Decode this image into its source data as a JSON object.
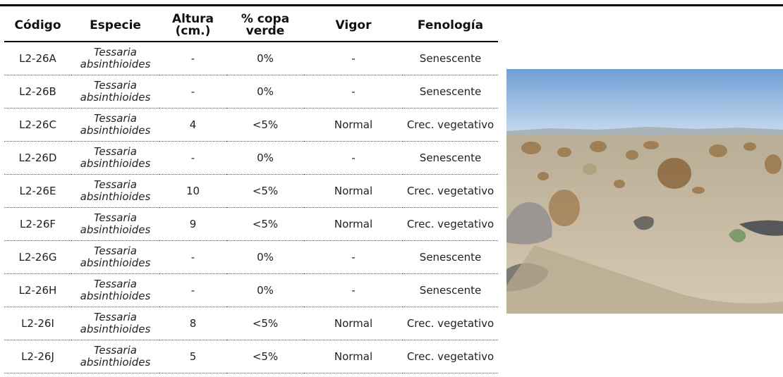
{
  "table": {
    "headers": {
      "codigo": "Código",
      "especie": "Especie",
      "altura": "Altura (cm.)",
      "copa": "% copa verde",
      "vigor": "Vigor",
      "fenologia": "Fenología"
    },
    "rows": [
      {
        "codigo": "L2-26A",
        "especie": "Tessaria absinthioides",
        "altura": "-",
        "copa": "0%",
        "vigor": "-",
        "fenologia": "Senescente"
      },
      {
        "codigo": "L2-26B",
        "especie": "Tessaria absinthioides",
        "altura": "-",
        "copa": "0%",
        "vigor": "-",
        "fenologia": "Senescente"
      },
      {
        "codigo": "L2-26C",
        "especie": "Tessaria absinthioides",
        "altura": "4",
        "copa": "<5%",
        "vigor": "Normal",
        "fenologia": "Crec. vegetativo"
      },
      {
        "codigo": "L2-26D",
        "especie": "Tessaria absinthioides",
        "altura": "-",
        "copa": "0%",
        "vigor": "-",
        "fenologia": "Senescente"
      },
      {
        "codigo": "L2-26E",
        "especie": "Tessaria absinthioides",
        "altura": "10",
        "copa": "<5%",
        "vigor": "Normal",
        "fenologia": "Crec. vegetativo"
      },
      {
        "codigo": "L2-26F",
        "especie": "Tessaria absinthioides",
        "altura": "9",
        "copa": "<5%",
        "vigor": "Normal",
        "fenologia": "Crec. vegetativo"
      },
      {
        "codigo": "L2-26G",
        "especie": "Tessaria absinthioides",
        "altura": "-",
        "copa": "0%",
        "vigor": "-",
        "fenologia": "Senescente"
      },
      {
        "codigo": "L2-26H",
        "especie": "Tessaria absinthioides",
        "altura": "-",
        "copa": "0%",
        "vigor": "-",
        "fenologia": "Senescente"
      },
      {
        "codigo": "L2-26I",
        "especie": "Tessaria absinthioides",
        "altura": "8",
        "copa": "<5%",
        "vigor": "Normal",
        "fenologia": "Crec. vegetativo"
      },
      {
        "codigo": "L2-26J",
        "especie": "Tessaria absinthioides",
        "altura": "5",
        "copa": "<5%",
        "vigor": "Normal",
        "fenologia": "Crec. vegetativo"
      }
    ]
  },
  "colors": {
    "sky_top": "#6f9fd6",
    "sky_bottom": "#c9dcee",
    "ground": "#c8bba4",
    "shrub": "#9c7a4f"
  }
}
